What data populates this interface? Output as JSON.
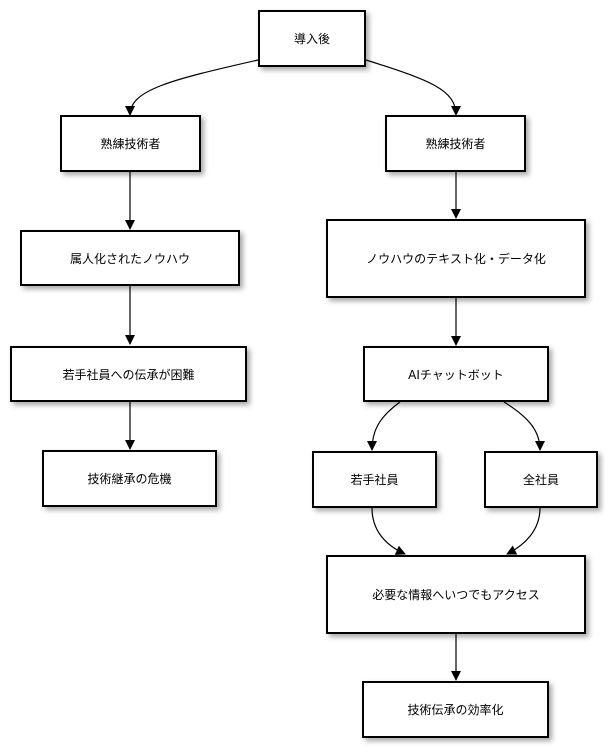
{
  "nodes": {
    "start": "導入後",
    "left_expert": "熟練技術者",
    "left_tacit": "属人化されたノウハウ",
    "left_hard": "若手社員への伝承が困難",
    "left_crisis": "技術継承の危機",
    "right_expert": "熟練技術者",
    "right_data": "ノウハウのテキスト化・データ化",
    "right_ai": "AIチャットボット",
    "right_young": "若手社員",
    "right_all": "全社員",
    "right_access": "必要な情報へいつでもアクセス",
    "right_efficient": "技術伝承の効率化"
  },
  "colors": {
    "stroke": "#000000",
    "fill": "#ffffff"
  }
}
